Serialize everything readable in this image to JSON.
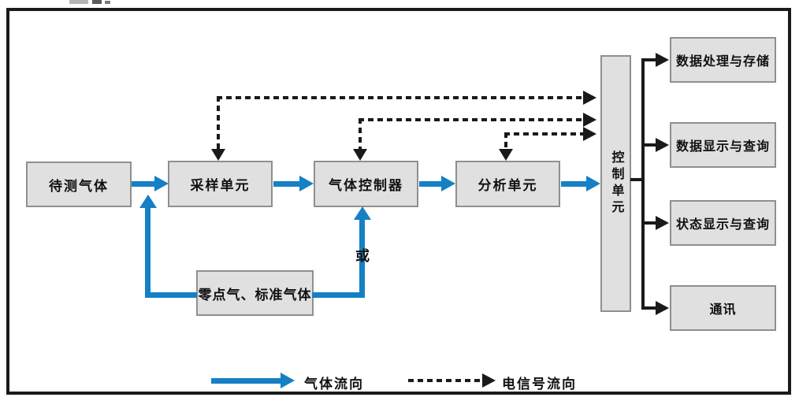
{
  "diagram": {
    "title_fragment_note": "",
    "boxes": {
      "gas_to_measure": "待测气体",
      "sampling_unit": "采样单元",
      "gas_controller": "气体控制器",
      "analysis_unit": "分析单元",
      "control_unit": "控制单元",
      "zero_standard_gas": "零点气、标准气体",
      "data_processing_storage": "数据处理与存储",
      "data_display_query": "数据显示与查询",
      "status_display_query": "状态显示与查询",
      "communication": "通讯"
    },
    "annotations": {
      "or_label": "或"
    },
    "legend": {
      "gas_flow_label": "气体流向",
      "signal_flow_label": "电信号流向"
    },
    "edges": {
      "gas_flow": [
        {
          "from": "待测气体",
          "to": "采样单元"
        },
        {
          "from": "采样单元",
          "to": "气体控制器"
        },
        {
          "from": "气体控制器",
          "to": "分析单元"
        },
        {
          "from": "分析单元",
          "to": "控制单元"
        },
        {
          "from": "零点气、标准气体",
          "to": "采样单元入口管路"
        },
        {
          "from": "零点气、标准气体",
          "to": "气体控制器",
          "note": "或"
        }
      ],
      "signal_flow": [
        {
          "between": "采样单元",
          "and": "控制单元",
          "bidirectional": true
        },
        {
          "between": "气体控制器",
          "and": "控制单元",
          "bidirectional": true
        },
        {
          "between": "分析单元",
          "and": "控制单元",
          "bidirectional": true
        },
        {
          "from": "控制单元",
          "to": "数据处理与存储"
        },
        {
          "from": "控制单元",
          "to": "数据显示与查询"
        },
        {
          "from": "控制单元",
          "to": "状态显示与查询"
        },
        {
          "from": "控制单元",
          "to": "通讯"
        }
      ]
    },
    "colors": {
      "gas_flow": "#1580c4",
      "signal_flow": "#1a1a1a",
      "box_fill": "#e0e0e0",
      "box_border": "#8f8f8f",
      "frame_border": "#1a1a1a"
    }
  }
}
